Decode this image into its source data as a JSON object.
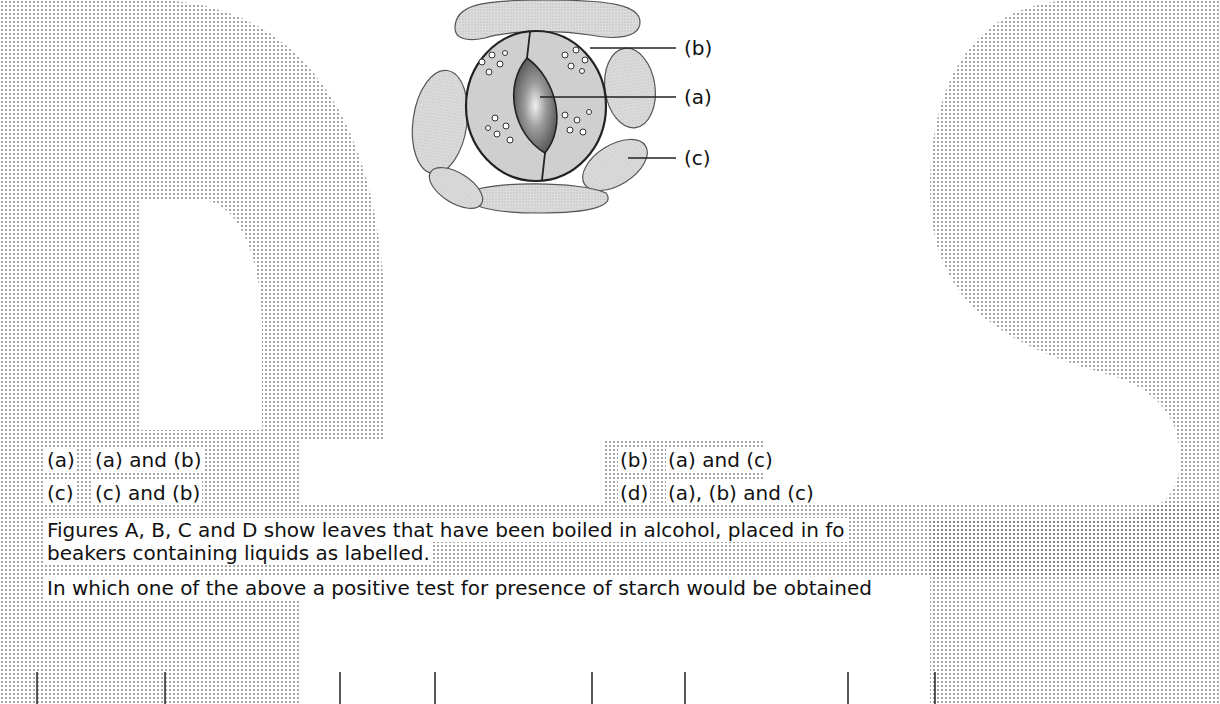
{
  "diagram": {
    "labels": [
      "(b)",
      "(a)",
      "(c)",
      "(a)",
      "(a) and (b)",
      "(b)",
      "(a) and (c)",
      "(c)",
      "(c) and (b)",
      "(d)",
      "(a), (b) and (c)",
      "Figures A, B, C and D show leaves that have been boiled in alcohol, placed in fo",
      "beakers containing liquids as labelled.",
      "In which one of the above a positive test for presence of starch would be obtained"
    ]
  }
}
